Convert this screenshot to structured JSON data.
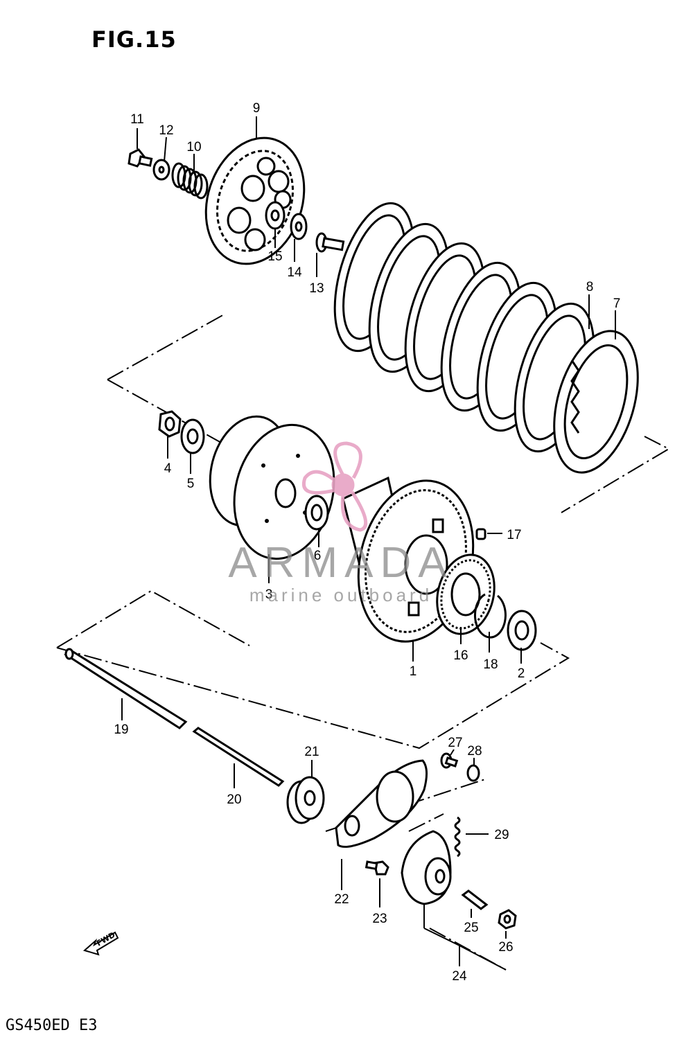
{
  "figure": {
    "title": "FIG.15",
    "model_code": "GS450ED  E3"
  },
  "watermark": {
    "brand": "ARMADA",
    "tagline": "marine outboard",
    "color": "#e7a3c4"
  },
  "orientation_marker": {
    "text": "FWD",
    "icon": "fwd-arrow-icon"
  },
  "callouts": [
    {
      "number": "1"
    },
    {
      "number": "2"
    },
    {
      "number": "3"
    },
    {
      "number": "4"
    },
    {
      "number": "5"
    },
    {
      "number": "6"
    },
    {
      "number": "7"
    },
    {
      "number": "8"
    },
    {
      "number": "9"
    },
    {
      "number": "10"
    },
    {
      "number": "11"
    },
    {
      "number": "12"
    },
    {
      "number": "13"
    },
    {
      "number": "14"
    },
    {
      "number": "15"
    },
    {
      "number": "16"
    },
    {
      "number": "17"
    },
    {
      "number": "18"
    },
    {
      "number": "19"
    },
    {
      "number": "20"
    },
    {
      "number": "21"
    },
    {
      "number": "22"
    },
    {
      "number": "23"
    },
    {
      "number": "24"
    },
    {
      "number": "25"
    },
    {
      "number": "26"
    },
    {
      "number": "27"
    },
    {
      "number": "28"
    },
    {
      "number": "29"
    }
  ]
}
